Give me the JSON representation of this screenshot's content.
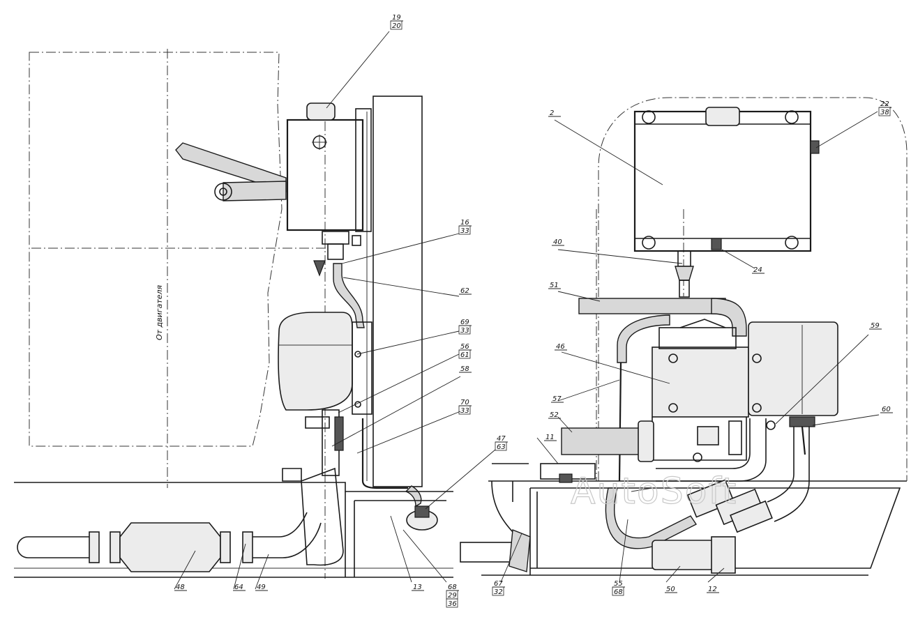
{
  "watermark": "AutoSoft",
  "side_label": "От двигателя",
  "callouts": [
    {
      "id": "c19",
      "top": "19",
      "bottom": "20"
    },
    {
      "id": "c16",
      "top": "16",
      "bottom": "33"
    },
    {
      "id": "c62",
      "top": "62",
      "bottom": ""
    },
    {
      "id": "c69",
      "top": "69",
      "bottom": "33"
    },
    {
      "id": "c56",
      "top": "56",
      "bottom": "61"
    },
    {
      "id": "c58",
      "top": "58",
      "bottom": ""
    },
    {
      "id": "c70",
      "top": "70",
      "bottom": "33"
    },
    {
      "id": "c47",
      "top": "47",
      "bottom": "63"
    },
    {
      "id": "c13",
      "top": "13",
      "bottom": ""
    },
    {
      "id": "c68",
      "top": "68",
      "bottom": "29",
      "third": "36"
    },
    {
      "id": "c64",
      "top": "64",
      "bottom": ""
    },
    {
      "id": "c48",
      "top": "48",
      "bottom": ""
    },
    {
      "id": "c49",
      "top": "49",
      "bottom": ""
    },
    {
      "id": "c22",
      "top": "22",
      "bottom": "38"
    },
    {
      "id": "c2",
      "top": "2",
      "bottom": ""
    },
    {
      "id": "c40",
      "top": "40",
      "bottom": ""
    },
    {
      "id": "c24",
      "top": "24",
      "bottom": ""
    },
    {
      "id": "c51",
      "top": "51",
      "bottom": ""
    },
    {
      "id": "c59",
      "top": "59",
      "bottom": ""
    },
    {
      "id": "c46",
      "top": "46",
      "bottom": ""
    },
    {
      "id": "c57",
      "top": "57",
      "bottom": ""
    },
    {
      "id": "c52",
      "top": "52",
      "bottom": ""
    },
    {
      "id": "c11",
      "top": "11",
      "bottom": ""
    },
    {
      "id": "c60",
      "top": "60",
      "bottom": ""
    },
    {
      "id": "c67",
      "top": "67",
      "bottom": "32"
    },
    {
      "id": "c55",
      "top": "55",
      "bottom": "68"
    },
    {
      "id": "c50",
      "top": "50",
      "bottom": ""
    },
    {
      "id": "c12",
      "top": "12",
      "bottom": ""
    }
  ]
}
